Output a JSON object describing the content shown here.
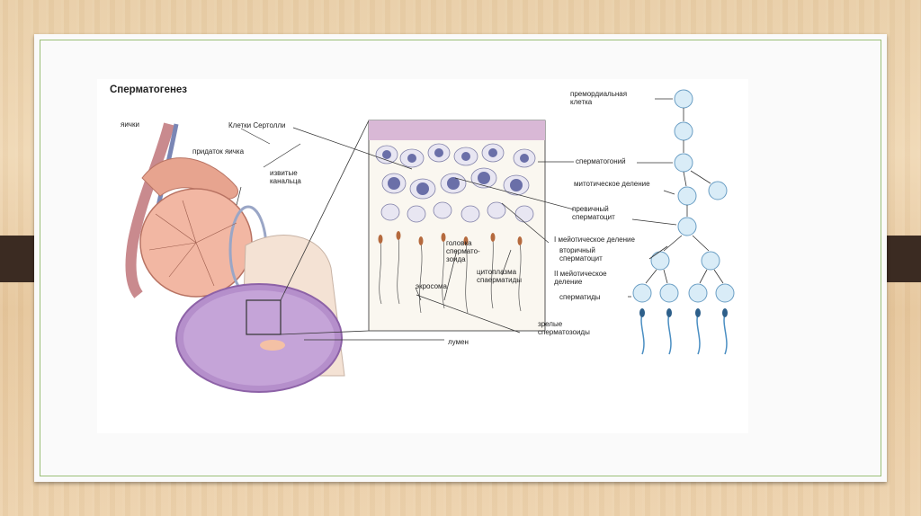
{
  "title": "Сперматогенез",
  "labels": {
    "testes": "яички",
    "sertoli": "Клетки Сертолли",
    "epididymis": "придаток яичка",
    "tubules": "извитые\nканальца",
    "primordial": "премордиальная\nклетка",
    "spermatogonium": "сперматогоний",
    "mitotic": "митотическое деление",
    "primary": "превичный\nсперматоцит",
    "meiosis1": "I мейотическое деление",
    "secondary": "вторичный\nсперматоцит",
    "meiosis2": "II мейотическое\nделение",
    "spermatids": "сперматиды",
    "mature": "зрелые\nсперматозоиды",
    "head": "головка\nспермато-\nзоида",
    "cytoplasm": "цитоплазма\nспаерматиды",
    "acrosome": "экросома",
    "lumen": "лумен"
  }
}
